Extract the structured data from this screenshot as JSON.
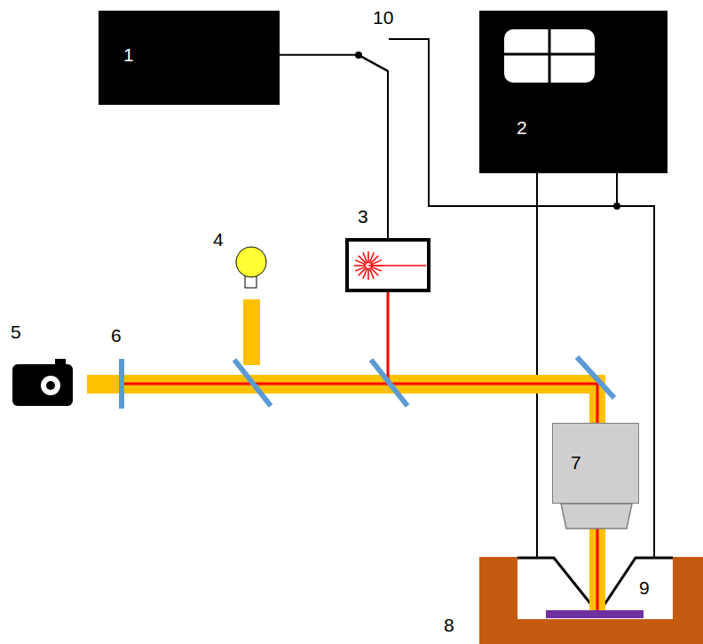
{
  "diagram": {
    "nodes": [
      {
        "text": [
          "1"
        ]
      },
      {
        "text": [
          "2"
        ]
      },
      {
        "text": [
          "3"
        ]
      },
      {
        "text": [
          "7"
        ]
      }
    ],
    "edges": [
      {
        "from": 0,
        "to": 2,
        "arrow": "none"
      }
    ],
    "labels": [
      "10",
      "4",
      "5",
      "6",
      "8",
      "9"
    ]
  }
}
